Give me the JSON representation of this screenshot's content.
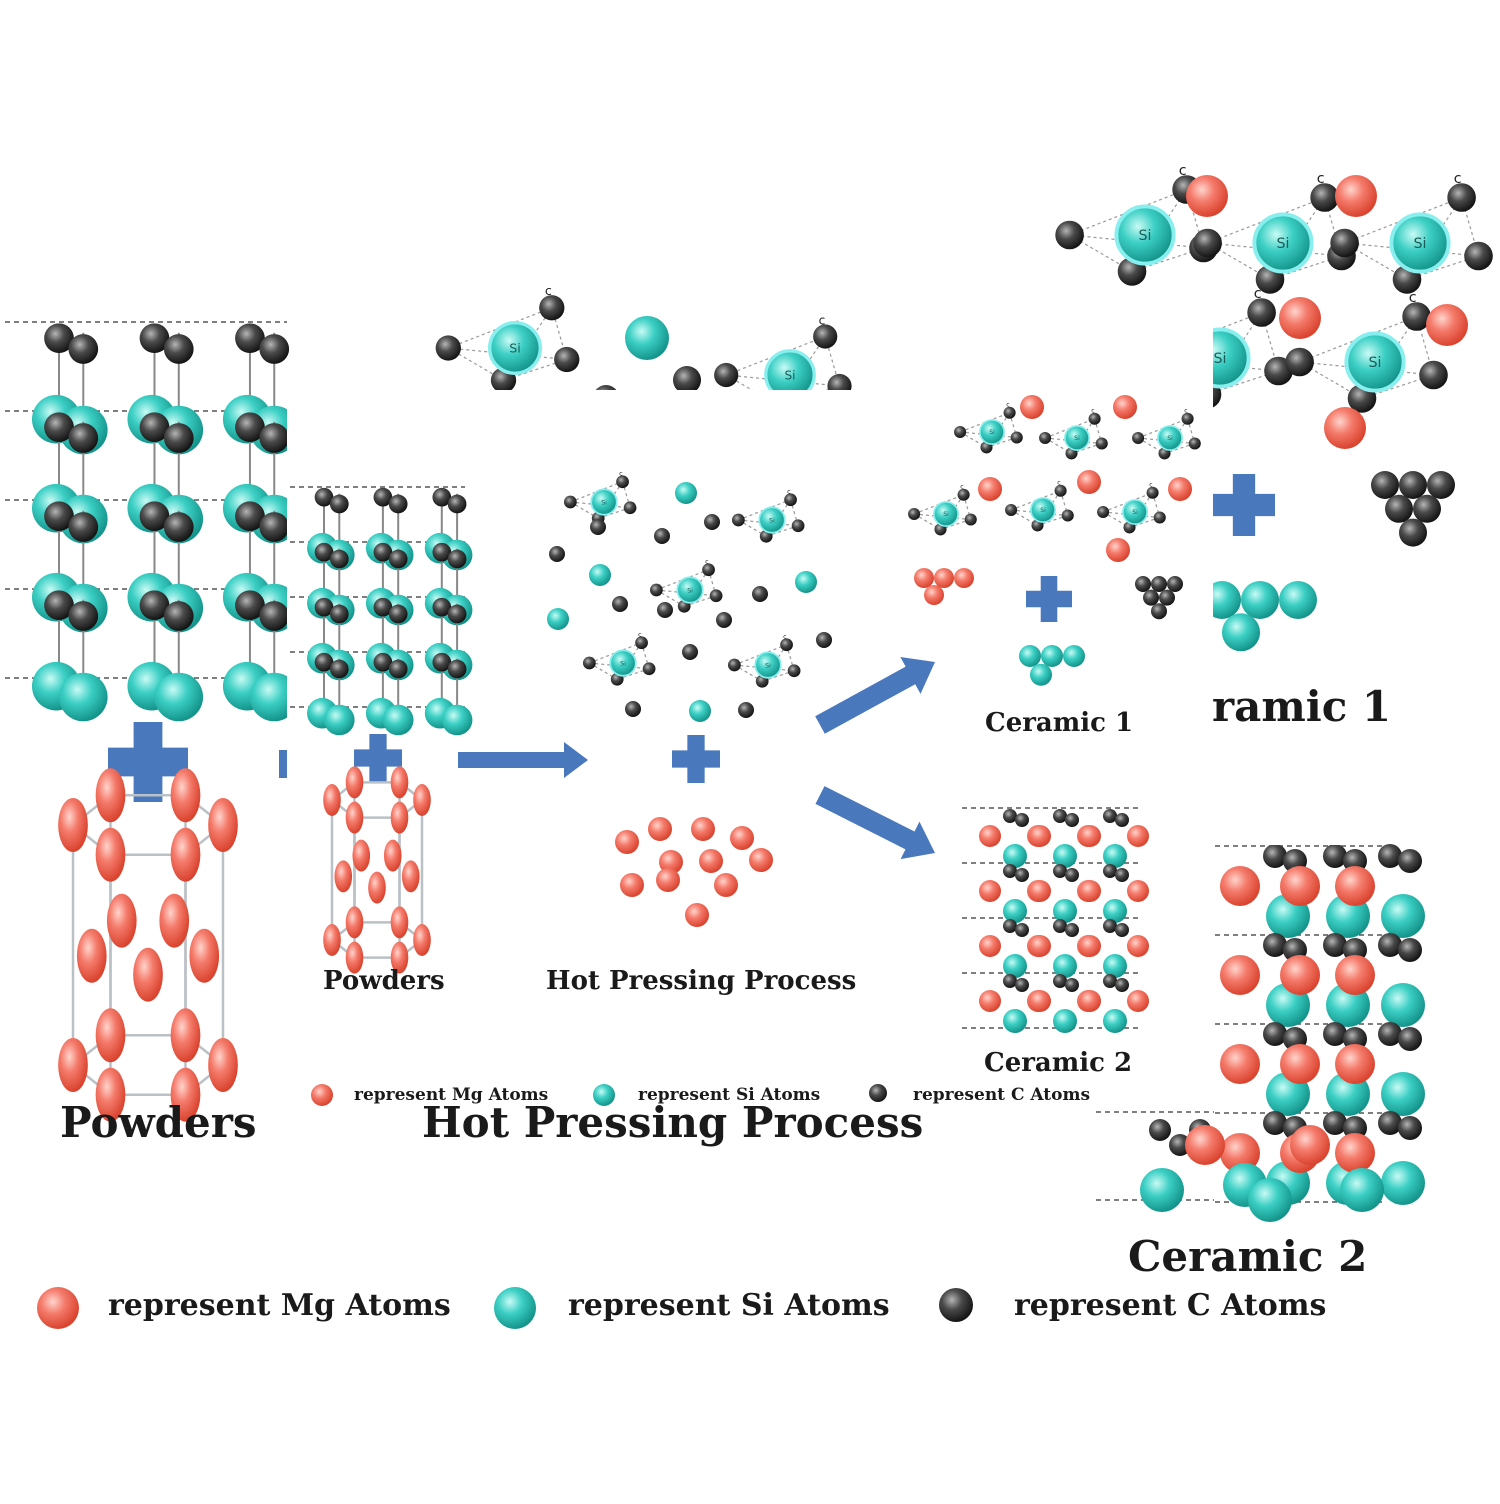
{
  "colors": {
    "mg": "#f06a5a",
    "si": "#31c3b9",
    "c": "#3a3a3a",
    "arrow": "#4a78bd",
    "bond": "#9aa3ad"
  },
  "labels": {
    "powders_big": "Powders",
    "hot_big": "Hot Pressing Process",
    "ceramic1_big": "ramic 1",
    "ceramic2_big": "Ceramic 2",
    "powders_small": "Powders",
    "hot_small": "Hot Pressing Process",
    "ceramic1_small": "Ceramic 1",
    "ceramic2_small": "Ceramic 2",
    "si_atom": "Si",
    "c_atom": "c"
  },
  "legend_big": [
    {
      "atom": "mg",
      "text": "represent Mg Atoms"
    },
    {
      "atom": "si",
      "text": "represent  Si Atoms"
    },
    {
      "atom": "c",
      "text": "represent  C Atoms"
    }
  ],
  "legend_small": [
    {
      "atom": "mg",
      "text": "represent Mg Atoms"
    },
    {
      "atom": "si",
      "text": "represent  Si Atoms"
    },
    {
      "atom": "c",
      "text": "represent  C Atoms"
    }
  ]
}
